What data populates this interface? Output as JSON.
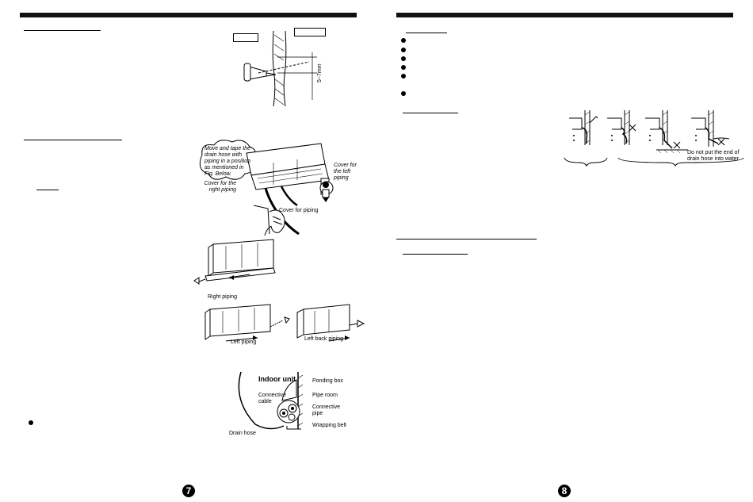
{
  "left_page": {
    "page_number": "7",
    "figure_unit": {
      "callout": "Move and tape the drain hose with piping in a position as mentioned in Fig. Below.",
      "cover_left": "Cover for the left piping",
      "cover_right": "Cover for the right piping",
      "cover_piping": "Cover for piping"
    },
    "figure_wall": {
      "dimension": "5~7mm"
    },
    "figure_piping": {
      "right": "Right piping",
      "left": "Left piping",
      "left_back": "Left back piping"
    },
    "figure_section": {
      "title": "Indoor unit",
      "ponding_box": "Ponding box",
      "pipe_room": "Pipe room",
      "connective_cable": "Connective cable",
      "connective_pipe": "Connective pipe",
      "wrapping_belt": "Wrapping belt",
      "drain_hose": "Drain hose"
    }
  },
  "right_page": {
    "page_number": "8",
    "figure_drain": {
      "warning": "Do not put the end of drain hose into water"
    }
  }
}
